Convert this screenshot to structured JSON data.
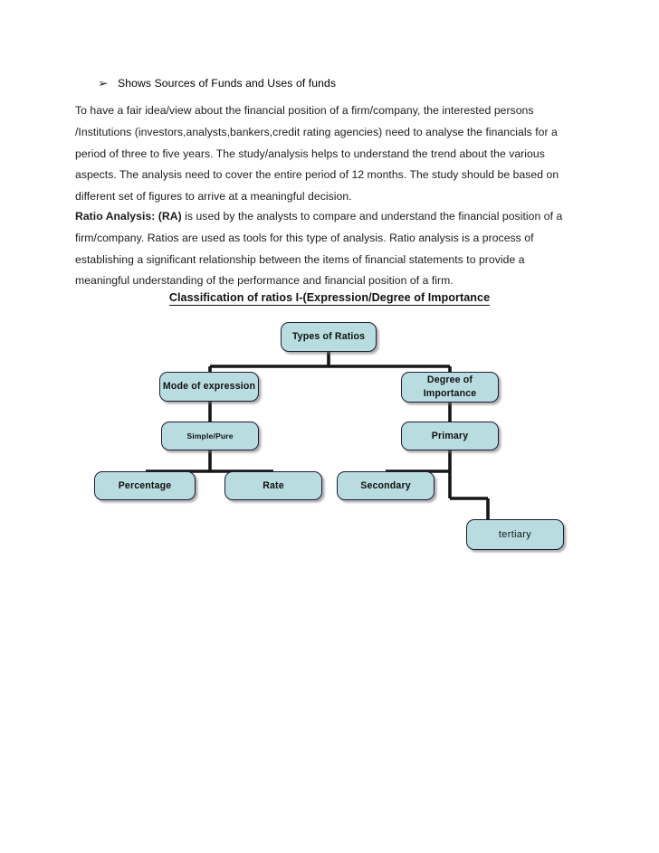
{
  "document": {
    "bullet_item": {
      "glyph": "arrow-bullet-icon",
      "glyph_char": "➢",
      "text": "Shows  Sources of  Funds  and Uses of funds"
    },
    "paragraph_1": "To  have a fair idea/view about the financial position of  a firm/company, the interested persons /Institutions (investors,analysts,bankers,credit rating agencies) need to analyse the financials  for  a period of three to five years. The study/analysis helps to understand the trend about the various aspects. The analysis need to cover the entire period  of 12 months. The study should be based on different set of figures to arrive at a meaningful decision.",
    "paragraph_2_lead": "Ratio Analysis: (RA)",
    "paragraph_2_rest": " is used by the analysts to compare and understand the financial position of a firm/company. Ratios are used as tools for this type of analysis. Ratio analysis is a  process of establishing a significant relationship between the items of financial statements to provide a meaningful understanding of the performance and financial position of a firm.",
    "diagram_title": "Classification of ratios I-(Expression/Degree  of Importance"
  },
  "diagram": {
    "fill_color": "#b9dce1",
    "border_color": "#1d1d35",
    "connector_color": "#161616",
    "nodes": {
      "root": "Types of Ratios",
      "mode_of_expression": "Mode of expression",
      "degree_of_importance_line1": "Degree of",
      "degree_of_importance_line2": "Importance",
      "simple_pure": "Simple/Pure",
      "primary": "Primary",
      "percentage": "Percentage",
      "rate": "Rate",
      "secondary": "Secondary",
      "tertiary": "tertiary"
    }
  }
}
